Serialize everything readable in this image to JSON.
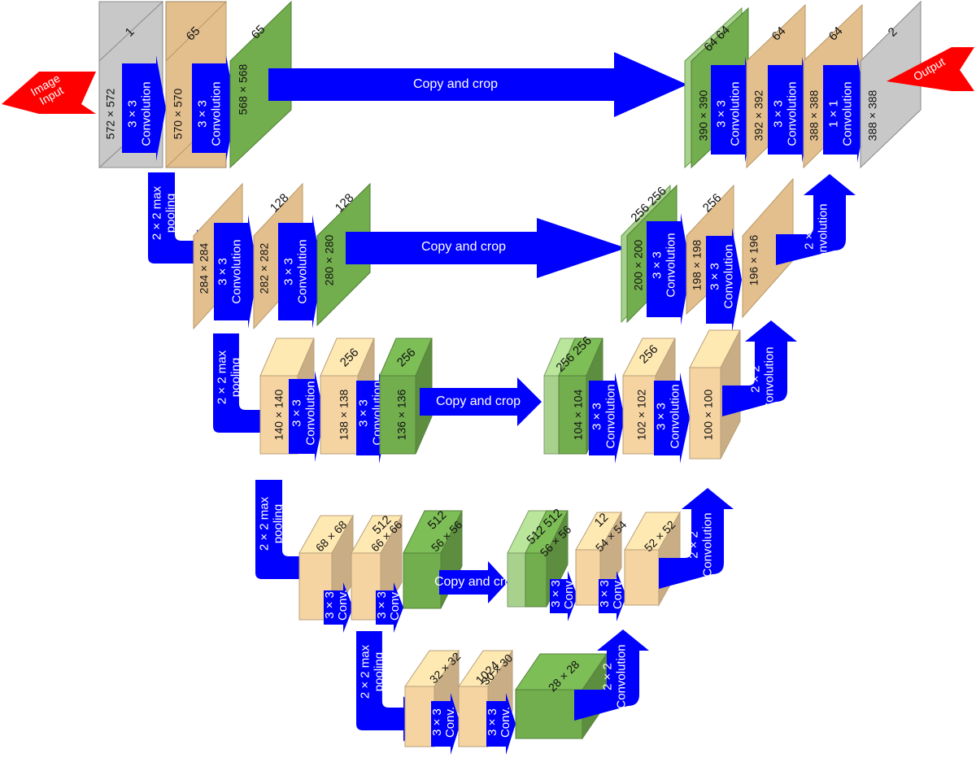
{
  "colors": {
    "input": "#c8c8c8",
    "conv_block": "#e3bf8e",
    "pool_block": "#f5d4a2",
    "cropped_block": "#72ad4e",
    "upconv_copy": "#a9d18e",
    "arrow": "#0000ff",
    "io_arrow": "#ff0000"
  },
  "io": {
    "input_label": "Image Input",
    "output_label": "Output"
  },
  "copy_label": "Copy and crop",
  "ops": {
    "conv3": "3 × 3 Convolution",
    "conv3_short": "3 × 3 Conv.",
    "conv1": "1 × 1 Convolution",
    "pool": "2 × 2 max pooling",
    "upconv": "2 × 2 Convolution"
  },
  "levels": [
    {
      "encoder": [
        {
          "dim": "572 × 572",
          "channels": "1"
        },
        {
          "dim": "570 × 570",
          "channels": "65"
        },
        {
          "dim": "568 × 568",
          "channels": "65"
        }
      ],
      "decoder": [
        {
          "dim": "390 × 390",
          "channels": "64 64"
        },
        {
          "dim": "392 × 392",
          "channels": "64"
        },
        {
          "dim": "388 × 388",
          "channels": "64"
        },
        {
          "dim": "388 × 388",
          "channels": "2"
        }
      ]
    },
    {
      "encoder": [
        {
          "dim": "284 × 284",
          "channels": ""
        },
        {
          "dim": "282 × 282",
          "channels": "128"
        },
        {
          "dim": "280 × 280",
          "channels": "128"
        }
      ],
      "decoder": [
        {
          "dim": "200 × 200",
          "channels": "256 256"
        },
        {
          "dim": "198 × 198",
          "channels": "256"
        },
        {
          "dim": "196 × 196",
          "channels": ""
        }
      ]
    },
    {
      "encoder": [
        {
          "dim": "140 × 140",
          "channels": ""
        },
        {
          "dim": "138 × 138",
          "channels": "256"
        },
        {
          "dim": "136 × 136",
          "channels": "256"
        }
      ],
      "decoder": [
        {
          "dim": "104 × 104",
          "channels": "256 256"
        },
        {
          "dim": "102 × 102",
          "channels": "256"
        },
        {
          "dim": "100 × 100",
          "channels": ""
        }
      ]
    },
    {
      "encoder": [
        {
          "dim": "68 × 68",
          "channels": ""
        },
        {
          "dim": "66 × 66",
          "channels": "512"
        },
        {
          "dim": "56 × 56",
          "channels": "512"
        }
      ],
      "decoder": [
        {
          "dim": "56 × 56",
          "channels": "512 512"
        },
        {
          "dim": "54 × 54",
          "channels": "12"
        },
        {
          "dim": "52 × 52",
          "channels": ""
        }
      ]
    },
    {
      "encoder": [
        {
          "dim": "32 × 32",
          "channels": ""
        },
        {
          "dim": "30 × 30",
          "channels": "1024"
        },
        {
          "dim": "28 × 28",
          "channels": ""
        }
      ]
    }
  ]
}
